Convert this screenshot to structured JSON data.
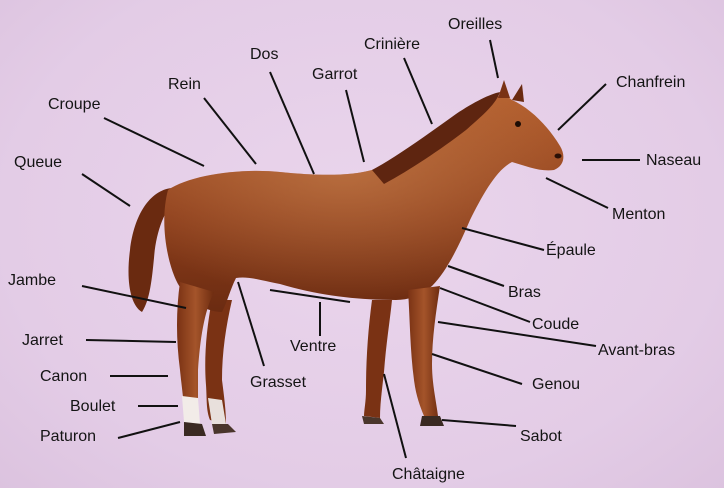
{
  "diagram": {
    "labels": {
      "oreilles": "Oreilles",
      "criniere": "Crinière",
      "dos": "Dos",
      "garrot": "Garrot",
      "rein": "Rein",
      "croupe": "Croupe",
      "queue": "Queue",
      "chanfrein": "Chanfrein",
      "naseau": "Naseau",
      "menton": "Menton",
      "epaule": "Épaule",
      "bras": "Bras",
      "coude": "Coude",
      "avant_bras": "Avant-bras",
      "genou": "Genou",
      "sabot": "Sabot",
      "chataigne": "Châtaigne",
      "jambe": "Jambe",
      "jarret": "Jarret",
      "canon": "Canon",
      "boulet": "Boulet",
      "paturon": "Paturon",
      "grasset": "Grasset",
      "ventre": "Ventre"
    }
  },
  "colors": {
    "background": "#e6d0e8",
    "coat": "#8e3f1c",
    "coat_highlight": "#b8683a",
    "mane": "#6a2c12",
    "leader_lines": "#111111"
  }
}
